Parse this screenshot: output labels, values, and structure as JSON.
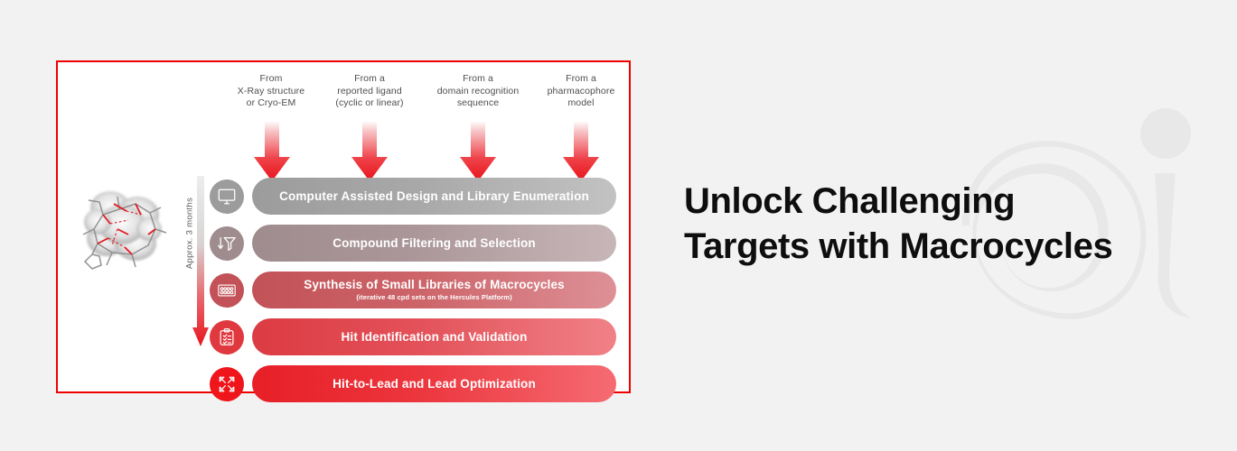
{
  "page": {
    "background_color": "#f2f2f2",
    "frame_border_color": "#ef0000"
  },
  "headline": {
    "line1": "Unlock Challenging",
    "line2": "Targets with Macrocycles",
    "color": "#0e0e0e"
  },
  "watermark": {
    "name": "alpha-i-logo-watermark",
    "color": "#e8e8e8"
  },
  "diagram": {
    "molecule_caption": "",
    "timeline_label": "Approx. 3 months",
    "sources": [
      {
        "text": "From\nX-Ray structure\nor Cryo-EM"
      },
      {
        "text": "From a\nreported ligand\n(cyclic or linear)"
      },
      {
        "text": "From a\ndomain recognition\nsequence"
      },
      {
        "text": "From a\npharmacophore\nmodel"
      }
    ],
    "arrow_color": "#ee1c23",
    "steps": [
      {
        "icon": "monitor-icon",
        "title": "Computer Assisted Design and Library Enumeration",
        "subtitle": "",
        "color_start": "#9c9c9c",
        "color_end": "#c2c2c2"
      },
      {
        "icon": "funnel-filter-icon",
        "title": "Compound Filtering and Selection",
        "subtitle": "",
        "color_start": "#9f8c8e",
        "color_end": "#c7b6b8"
      },
      {
        "icon": "microplate-icon",
        "title": "Synthesis of Small Libraries of Macrocycles",
        "subtitle": "(iterative 48 cpd sets on the Hercules Platform)",
        "color_start": "#c25257",
        "color_end": "#dd9096"
      },
      {
        "icon": "clipboard-checklist-icon",
        "title": "Hit Identification and Validation",
        "subtitle": "",
        "color_start": "#dc3b43",
        "color_end": "#f08187"
      },
      {
        "icon": "expand-arrows-icon",
        "title": "Hit-to-Lead and Lead Optimization",
        "subtitle": "",
        "color_start": "#e81f27",
        "color_end": "#f56b72"
      }
    ]
  }
}
